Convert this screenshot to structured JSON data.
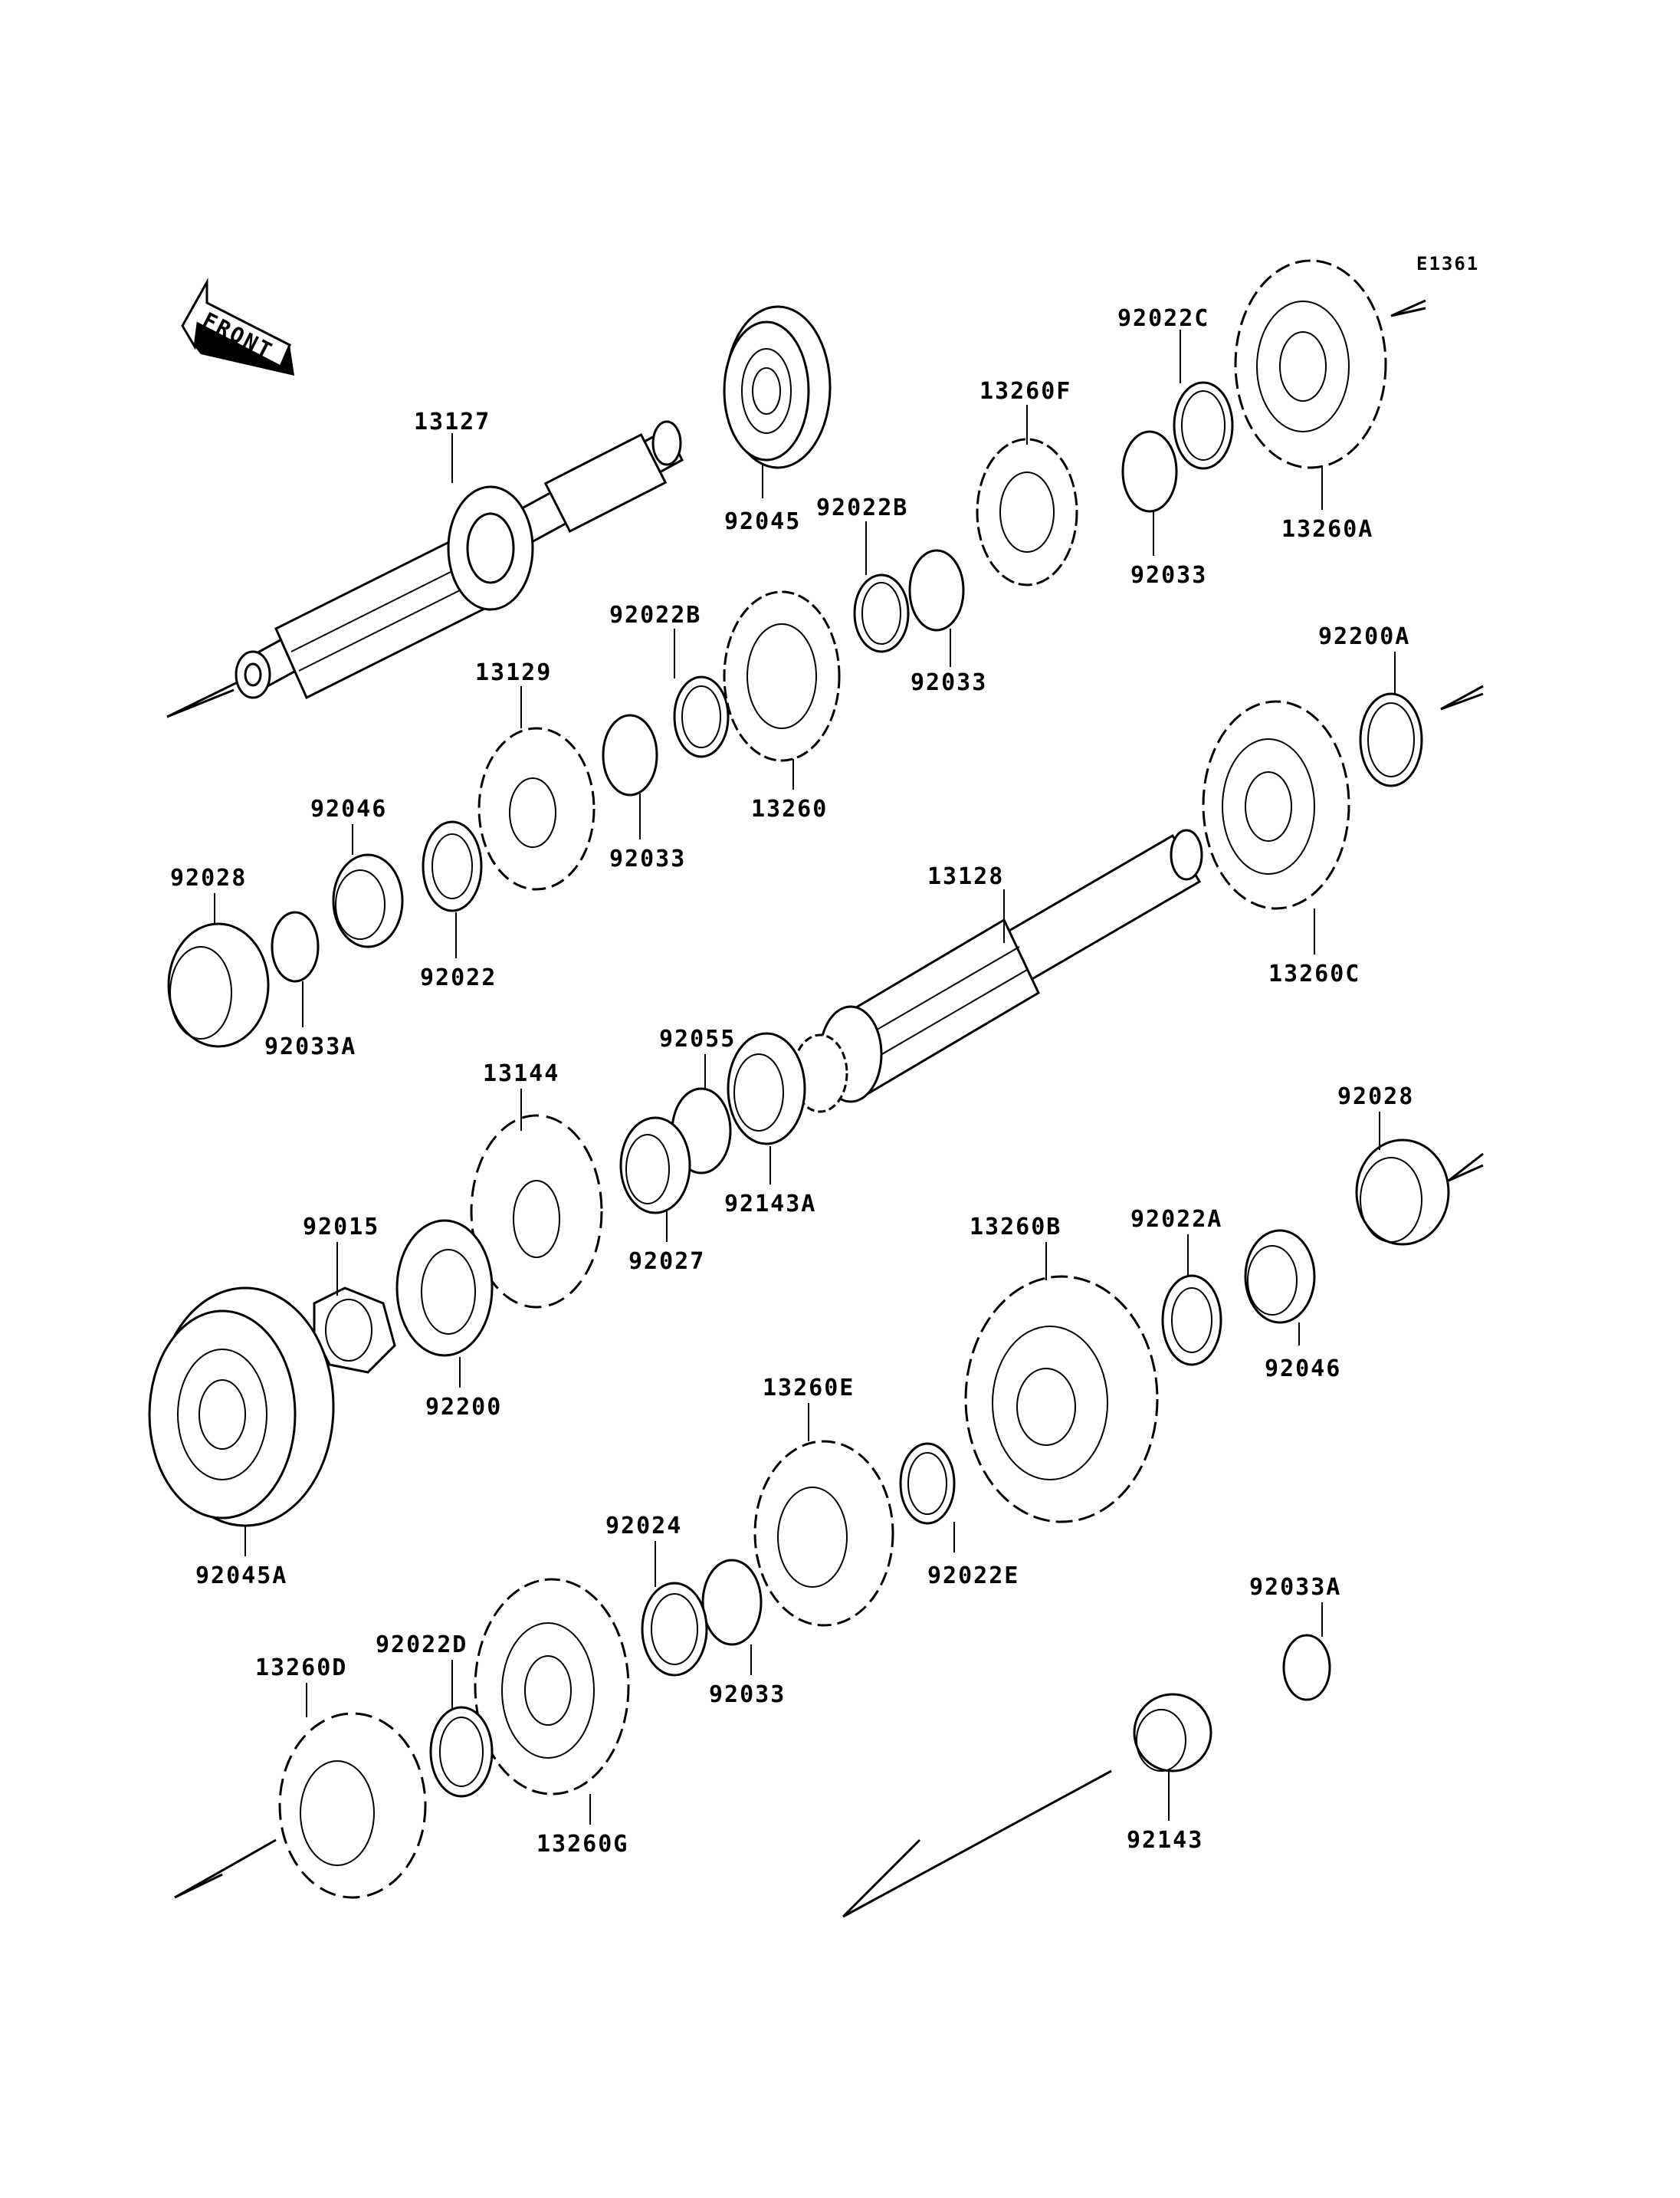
{
  "diagram_code": "E1361",
  "front_label": "FRONT",
  "labels": [
    {
      "id": "p13127",
      "text": "13127"
    },
    {
      "id": "p92045",
      "text": "92045"
    },
    {
      "id": "p92022B_top",
      "text": "92022B"
    },
    {
      "id": "p13260F",
      "text": "13260F"
    },
    {
      "id": "p92022C",
      "text": "92022C"
    },
    {
      "id": "p13260A",
      "text": "13260A"
    },
    {
      "id": "p92033_a",
      "text": "92033"
    },
    {
      "id": "p92033_b",
      "text": "92033"
    },
    {
      "id": "p92022B_mid",
      "text": "92022B"
    },
    {
      "id": "p13129",
      "text": "13129"
    },
    {
      "id": "p13260",
      "text": "13260"
    },
    {
      "id": "p92033_c",
      "text": "92033"
    },
    {
      "id": "p92200A",
      "text": "92200A"
    },
    {
      "id": "p92046_top",
      "text": "92046"
    },
    {
      "id": "p92028_left",
      "text": "92028"
    },
    {
      "id": "p92022",
      "text": "92022"
    },
    {
      "id": "p92033A_left",
      "text": "92033A"
    },
    {
      "id": "p13128",
      "text": "13128"
    },
    {
      "id": "p13260C",
      "text": "13260C"
    },
    {
      "id": "p92055",
      "text": "92055"
    },
    {
      "id": "p13144",
      "text": "13144"
    },
    {
      "id": "p92143A",
      "text": "92143A"
    },
    {
      "id": "p92027",
      "text": "92027"
    },
    {
      "id": "p92028_right",
      "text": "92028"
    },
    {
      "id": "p92015",
      "text": "92015"
    },
    {
      "id": "p92200",
      "text": "92200"
    },
    {
      "id": "p13260B",
      "text": "13260B"
    },
    {
      "id": "p92022A",
      "text": "92022A"
    },
    {
      "id": "p92046_right",
      "text": "92046"
    },
    {
      "id": "p13260E",
      "text": "13260E"
    },
    {
      "id": "p92045A",
      "text": "92045A"
    },
    {
      "id": "p92024",
      "text": "92024"
    },
    {
      "id": "p92022E",
      "text": "92022E"
    },
    {
      "id": "p92033A_right",
      "text": "92033A"
    },
    {
      "id": "p92022D",
      "text": "92022D"
    },
    {
      "id": "p13260D",
      "text": "13260D"
    },
    {
      "id": "p92033_d",
      "text": "92033"
    },
    {
      "id": "p13260G",
      "text": "13260G"
    },
    {
      "id": "p92143",
      "text": "92143"
    }
  ]
}
